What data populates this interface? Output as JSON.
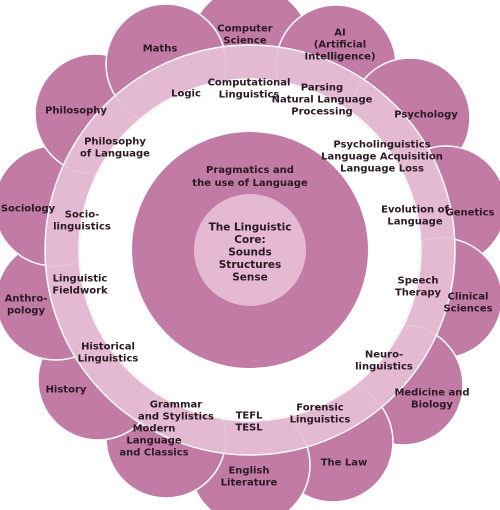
{
  "center": {
    "core_lines": [
      "The Linguistic",
      "Core:",
      "Sounds",
      "Structures",
      "Sense"
    ],
    "pragmatics_lines": [
      "Pragmatics and",
      "the use of Language"
    ]
  },
  "ring": [
    {
      "id": "computational-linguistics",
      "lines": [
        "Computational",
        "Linguistics"
      ]
    },
    {
      "id": "parsing-natural-language-processing",
      "lines": [
        "Parsing",
        "Natural Language",
        "Processing"
      ]
    },
    {
      "id": "psycholinguistics",
      "lines": [
        "Psycholinguistics",
        "Language Acquisition",
        "Language Loss"
      ]
    },
    {
      "id": "evolution-of-language",
      "lines": [
        "Evolution of",
        "Language"
      ]
    },
    {
      "id": "speech-therapy",
      "lines": [
        "Speech",
        "Therapy"
      ]
    },
    {
      "id": "neurolinguistics",
      "lines": [
        "Neuro-",
        "linguistics"
      ]
    },
    {
      "id": "forensic-linguistics",
      "lines": [
        "Forensic",
        "Linguistics"
      ]
    },
    {
      "id": "tefl-tesl",
      "lines": [
        "TEFL",
        "TESL"
      ]
    },
    {
      "id": "grammar-and-stylistics",
      "lines": [
        "Grammar",
        "and Stylistics"
      ]
    },
    {
      "id": "historical-linguistics",
      "lines": [
        "Historical",
        "Linguistics"
      ]
    },
    {
      "id": "linguistic-fieldwork",
      "lines": [
        "Linguistic",
        "Fieldwork"
      ]
    },
    {
      "id": "sociolinguistics",
      "lines": [
        "Socio-",
        "linguistics"
      ]
    },
    {
      "id": "philosophy-of-language",
      "lines": [
        "Philosophy",
        "of Language"
      ]
    },
    {
      "id": "logic",
      "lines": [
        "Logic"
      ]
    }
  ],
  "outer": [
    {
      "id": "computer-science",
      "lines": [
        "Computer",
        "Science"
      ]
    },
    {
      "id": "ai",
      "lines": [
        "AI",
        "(Artificial",
        "Intelligence)"
      ]
    },
    {
      "id": "psychology",
      "lines": [
        "Psychology"
      ]
    },
    {
      "id": "genetics",
      "lines": [
        "Genetics"
      ]
    },
    {
      "id": "clinical-sciences",
      "lines": [
        "Clinical",
        "Sciences"
      ]
    },
    {
      "id": "medicine-and-biology",
      "lines": [
        "Medicine and",
        "Biology"
      ]
    },
    {
      "id": "the-law",
      "lines": [
        "The Law"
      ]
    },
    {
      "id": "english-literature",
      "lines": [
        "English",
        "Literature"
      ]
    },
    {
      "id": "modern-language-and-classics",
      "lines": [
        "Modern",
        "Language",
        "and Classics"
      ]
    },
    {
      "id": "history",
      "lines": [
        "History"
      ]
    },
    {
      "id": "anthropology",
      "lines": [
        "Anthro-",
        "pology"
      ]
    },
    {
      "id": "sociology",
      "lines": [
        "Sociology"
      ]
    },
    {
      "id": "philosophy",
      "lines": [
        "Philosophy"
      ]
    },
    {
      "id": "maths",
      "lines": [
        "Maths"
      ]
    }
  ],
  "colors": {
    "outer_fill": "#c27ba4",
    "outer_stroke": "#ffffff",
    "ring_fill": "#e6bfd5",
    "ring_stroke": "#ffffff",
    "band_white": "#ffffff",
    "pragmatics_fill": "#c27ba4",
    "core_fill": "#e4b9d1",
    "text": "#2b1a25"
  }
}
